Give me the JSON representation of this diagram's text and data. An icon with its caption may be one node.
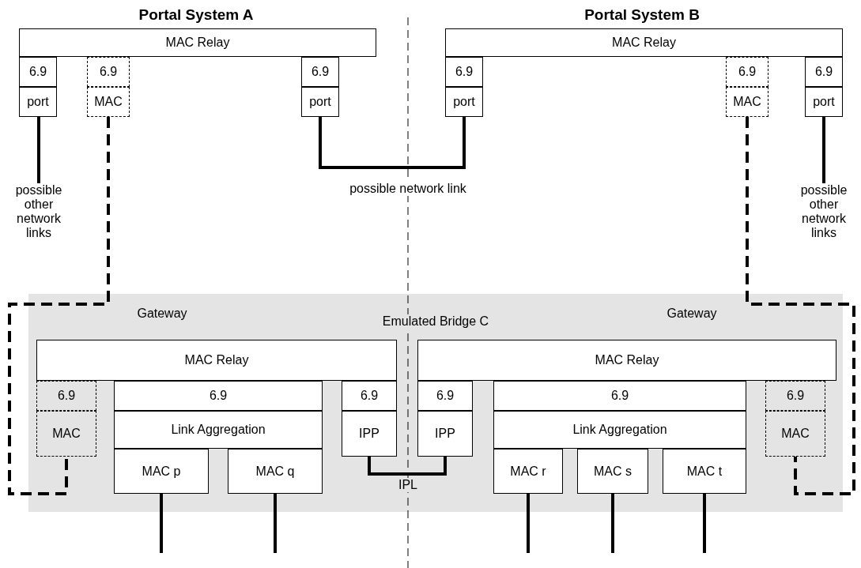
{
  "diagram": {
    "nodes": [
      {
        "text": [
          "MAC Relay"
        ]
      },
      {
        "text": [
          "6.9"
        ]
      },
      {
        "text": [
          "port"
        ]
      },
      {
        "text": [
          "6.9"
        ]
      },
      {
        "text": [
          "MAC"
        ]
      },
      {
        "text": [
          "6.9"
        ]
      },
      {
        "text": [
          "port"
        ]
      },
      {
        "text": [
          "MAC Relay"
        ]
      },
      {
        "text": [
          "6.9"
        ]
      },
      {
        "text": [
          "port"
        ]
      },
      {
        "text": [
          "6.9"
        ]
      },
      {
        "text": [
          "MAC"
        ]
      },
      {
        "text": [
          "6.9"
        ]
      },
      {
        "text": [
          "port"
        ]
      },
      {
        "text": [
          "Emulated Bridge C"
        ]
      },
      {
        "text": [
          "MAC Relay"
        ],
        "in": 14
      },
      {
        "text": [
          "6.9"
        ],
        "in": 14
      },
      {
        "text": [
          "MAC"
        ],
        "in": 14
      },
      {
        "text": [
          "6.9"
        ],
        "in": 14
      },
      {
        "text": [
          "Link Aggregation"
        ],
        "in": 14
      },
      {
        "text": [
          "MAC p"
        ],
        "in": 14
      },
      {
        "text": [
          "MAC q"
        ],
        "in": 14
      },
      {
        "text": [
          "6.9"
        ],
        "in": 14
      },
      {
        "text": [
          "IPP"
        ],
        "in": 14
      },
      {
        "text": [
          "MAC Relay"
        ],
        "in": 14
      },
      {
        "text": [
          "6.9"
        ],
        "in": 14
      },
      {
        "text": [
          "IPP"
        ],
        "in": 14
      },
      {
        "text": [
          "6.9"
        ],
        "in": 14
      },
      {
        "text": [
          "Link Aggregation"
        ],
        "in": 14
      },
      {
        "text": [
          "MAC r"
        ],
        "in": 14
      },
      {
        "text": [
          "MAC s"
        ],
        "in": 14
      },
      {
        "text": [
          "MAC t"
        ],
        "in": 14
      },
      {
        "text": [
          "6.9"
        ],
        "in": 14
      },
      {
        "text": [
          "MAC"
        ],
        "in": 14
      },
      {
        "text": [
          "possible other network links"
        ]
      },
      {
        "text": [
          "possible other network links"
        ]
      }
    ],
    "edges": [
      {
        "from": 2,
        "to": 34,
        "arrow": "none"
      },
      {
        "from": 6,
        "to": 9,
        "arrow": "none",
        "label": "possible network link"
      },
      {
        "from": 13,
        "to": 35,
        "arrow": "none"
      },
      {
        "from": 4,
        "to": 17,
        "arrow": "none",
        "style": "dashed",
        "label": "Gateway"
      },
      {
        "from": 11,
        "to": 33,
        "arrow": "none",
        "style": "dashed",
        "label": "Gateway"
      },
      {
        "from": 23,
        "to": 26,
        "arrow": "none",
        "label": "IPL"
      },
      {
        "from": 20,
        "to": null,
        "arrow": "none"
      },
      {
        "from": 21,
        "to": null,
        "arrow": "none"
      },
      {
        "from": 29,
        "to": null,
        "arrow": "none"
      },
      {
        "from": 30,
        "to": null,
        "arrow": "none"
      },
      {
        "from": 31,
        "to": null,
        "arrow": "none"
      }
    ],
    "labels": [
      "Portal System A",
      "Portal System B"
    ]
  }
}
